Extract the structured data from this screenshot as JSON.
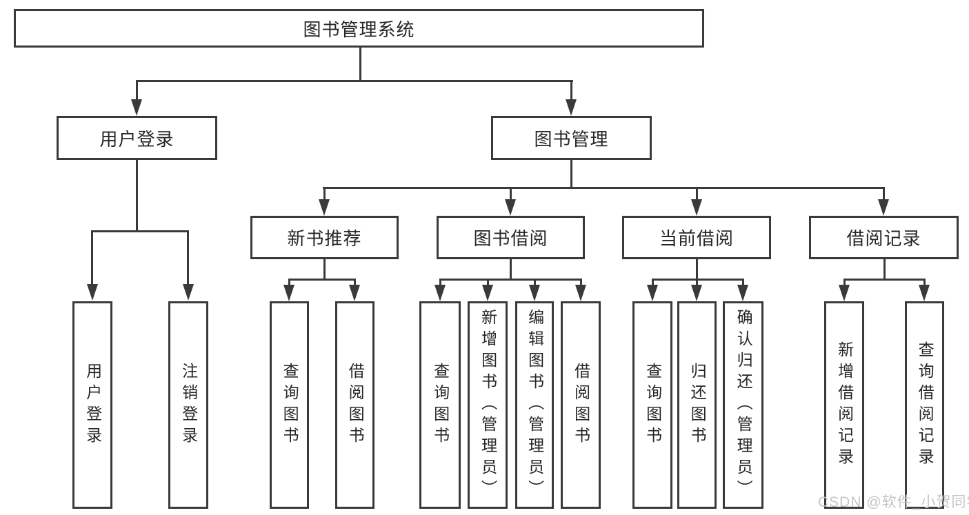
{
  "title": "图书管理系统",
  "colors": {
    "line": "#3a3a3a",
    "border": "#3a3a3a",
    "text": "#262626",
    "background": "#ffffff",
    "watermark": "#c5c5c5"
  },
  "watermark": {
    "text": "CSDN @软件_小贺同学"
  },
  "nodes": {
    "root": {
      "label": "图书管理系统"
    },
    "level2": [
      {
        "label": "用户登录"
      },
      {
        "label": "图书管理"
      }
    ],
    "level3": [
      {
        "label": "新书推荐",
        "parent": "图书管理"
      },
      {
        "label": "图书借阅",
        "parent": "图书管理"
      },
      {
        "label": "当前借阅",
        "parent": "图书管理"
      },
      {
        "label": "借阅记录",
        "parent": "图书管理"
      }
    ],
    "leaves": [
      {
        "label": "用户登录",
        "parent": "用户登录"
      },
      {
        "label": "注销登录",
        "parent": "用户登录"
      },
      {
        "label": "查询图书",
        "parent": "新书推荐"
      },
      {
        "label": "借阅图书",
        "parent": "新书推荐"
      },
      {
        "label": "查询图书",
        "parent": "图书借阅"
      },
      {
        "label": "新增图书（管理员）",
        "parent": "图书借阅"
      },
      {
        "label": "编辑图书（管理员）",
        "parent": "图书借阅"
      },
      {
        "label": "借阅图书",
        "parent": "图书借阅"
      },
      {
        "label": "查询图书",
        "parent": "当前借阅"
      },
      {
        "label": "归还图书",
        "parent": "当前借阅"
      },
      {
        "label": "确认归还（管理员）",
        "parent": "当前借阅"
      },
      {
        "label": "新增借阅记录",
        "parent": "借阅记录"
      },
      {
        "label": "查询借阅记录",
        "parent": "借阅记录"
      }
    ]
  }
}
